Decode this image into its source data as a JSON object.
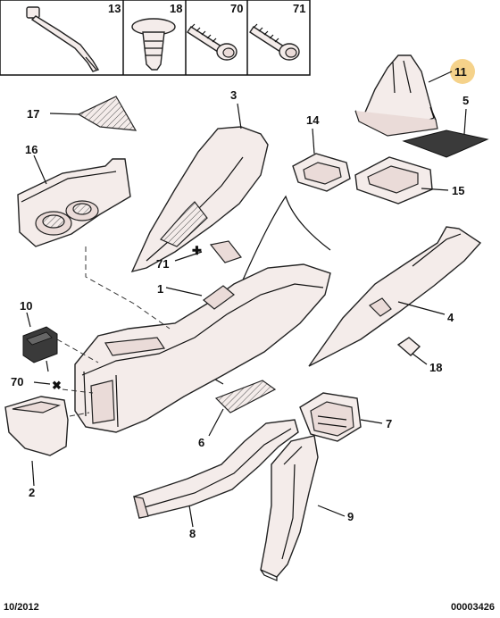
{
  "header_cells": [
    {
      "number": "13",
      "icon": "strap-icon"
    },
    {
      "number": "18",
      "icon": "clip-icon"
    },
    {
      "number": "70",
      "icon": "screw-icon"
    },
    {
      "number": "71",
      "icon": "screw-icon"
    }
  ],
  "labels": {
    "l1": "1",
    "l2": "2",
    "l3": "3",
    "l4": "4",
    "l5": "5",
    "l6": "6",
    "l7": "7",
    "l8": "8",
    "l9": "9",
    "l10": "10",
    "l11": "11",
    "l14": "14",
    "l15": "15",
    "l16": "16",
    "l17": "17",
    "l18": "18",
    "l70": "70",
    "l71": "71"
  },
  "highlight_color": "#f5d28a",
  "footer": {
    "date": "10/2012",
    "reference": "00003426"
  }
}
